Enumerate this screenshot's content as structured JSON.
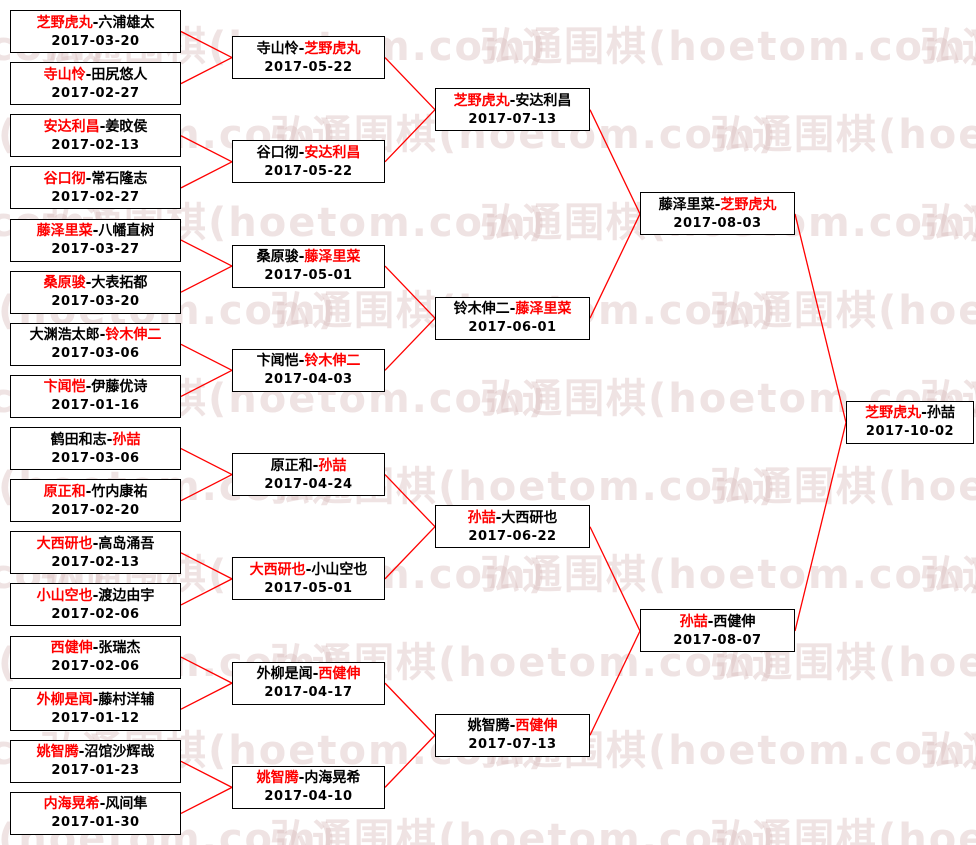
{
  "watermark": {
    "text": "弘通围棋(hoetom.com)"
  },
  "separator": "-",
  "colors": {
    "winner": "#ff0000",
    "normal": "#000000",
    "connector": "#ff0000",
    "border": "#000000",
    "background": "#ffffff"
  },
  "bracket": {
    "rounds": [
      {
        "name": "round-1",
        "matches": [
          {
            "p1": "芝野虎丸",
            "p2": "六浦雄太",
            "winner": "p1",
            "date": "2017-03-20"
          },
          {
            "p1": "寺山怜",
            "p2": "田尻悠人",
            "winner": "p1",
            "date": "2017-02-27"
          },
          {
            "p1": "安达利昌",
            "p2": "姜旼侯",
            "winner": "p1",
            "date": "2017-02-13"
          },
          {
            "p1": "谷口彻",
            "p2": "常石隆志",
            "winner": "p1",
            "date": "2017-02-27"
          },
          {
            "p1": "藤泽里菜",
            "p2": "八幡直树",
            "winner": "p1",
            "date": "2017-03-27"
          },
          {
            "p1": "桑原骏",
            "p2": "大表拓都",
            "winner": "p1",
            "date": "2017-03-20"
          },
          {
            "p1": "大渊浩太郎",
            "p2": "铃木伸二",
            "winner": "p2",
            "date": "2017-03-06"
          },
          {
            "p1": "卞闻恺",
            "p2": "伊藤优诗",
            "winner": "p1",
            "date": "2017-01-16"
          },
          {
            "p1": "鹤田和志",
            "p2": "孙喆",
            "winner": "p2",
            "date": "2017-03-06"
          },
          {
            "p1": "原正和",
            "p2": "竹内康祐",
            "winner": "p1",
            "date": "2017-02-20"
          },
          {
            "p1": "大西研也",
            "p2": "高岛涌吾",
            "winner": "p1",
            "date": "2017-02-13"
          },
          {
            "p1": "小山空也",
            "p2": "渡边由宇",
            "winner": "p1",
            "date": "2017-02-06"
          },
          {
            "p1": "西健伸",
            "p2": "张瑞杰",
            "winner": "p1",
            "date": "2017-02-06"
          },
          {
            "p1": "外柳是闻",
            "p2": "藤村洋辅",
            "winner": "p1",
            "date": "2017-01-12"
          },
          {
            "p1": "姚智腾",
            "p2": "沼馆沙辉哉",
            "winner": "p1",
            "date": "2017-01-23"
          },
          {
            "p1": "内海晃希",
            "p2": "风间隼",
            "winner": "p1",
            "date": "2017-01-30"
          }
        ]
      },
      {
        "name": "round-2",
        "matches": [
          {
            "p1": "寺山怜",
            "p2": "芝野虎丸",
            "winner": "p2",
            "date": "2017-05-22"
          },
          {
            "p1": "谷口彻",
            "p2": "安达利昌",
            "winner": "p2",
            "date": "2017-05-22"
          },
          {
            "p1": "桑原骏",
            "p2": "藤泽里菜",
            "winner": "p2",
            "date": "2017-05-01"
          },
          {
            "p1": "卞闻恺",
            "p2": "铃木伸二",
            "winner": "p2",
            "date": "2017-04-03"
          },
          {
            "p1": "原正和",
            "p2": "孙喆",
            "winner": "p2",
            "date": "2017-04-24"
          },
          {
            "p1": "大西研也",
            "p2": "小山空也",
            "winner": "p1",
            "date": "2017-05-01"
          },
          {
            "p1": "外柳是闻",
            "p2": "西健伸",
            "winner": "p2",
            "date": "2017-04-17"
          },
          {
            "p1": "姚智腾",
            "p2": "内海晃希",
            "winner": "p1",
            "date": "2017-04-10"
          }
        ]
      },
      {
        "name": "quarterfinals",
        "matches": [
          {
            "p1": "芝野虎丸",
            "p2": "安达利昌",
            "winner": "p1",
            "date": "2017-07-13"
          },
          {
            "p1": "铃木伸二",
            "p2": "藤泽里菜",
            "winner": "p2",
            "date": "2017-06-01"
          },
          {
            "p1": "孙喆",
            "p2": "大西研也",
            "winner": "p1",
            "date": "2017-06-22"
          },
          {
            "p1": "姚智腾",
            "p2": "西健伸",
            "winner": "p2",
            "date": "2017-07-13"
          }
        ]
      },
      {
        "name": "semifinals",
        "matches": [
          {
            "p1": "藤泽里菜",
            "p2": "芝野虎丸",
            "winner": "p2",
            "date": "2017-08-03"
          },
          {
            "p1": "孙喆",
            "p2": "西健伸",
            "winner": "p1",
            "date": "2017-08-07"
          }
        ]
      },
      {
        "name": "final",
        "matches": [
          {
            "p1": "芝野虎丸",
            "p2": "孙喆",
            "winner": "p1",
            "date": "2017-10-02"
          }
        ]
      }
    ]
  }
}
